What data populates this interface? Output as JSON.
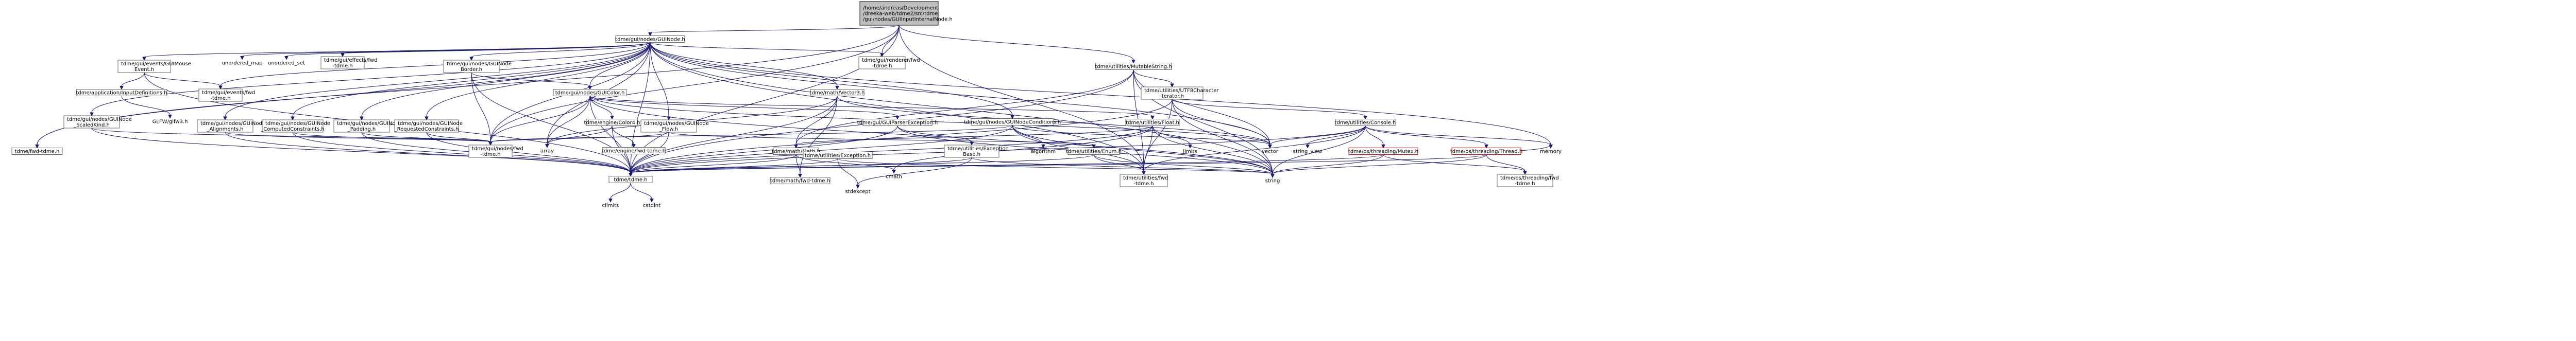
{
  "diagram": {
    "title": "",
    "nodes": [
      {
        "id": "root",
        "kind": "root",
        "lines": [
          "/home/andreas/Development",
          "/dreeka-web/tdme2/src/tdme",
          "/gui/nodes/GUIInputInternalNode.h"
        ]
      },
      {
        "id": "guinode",
        "kind": "doc",
        "lines": [
          "tdme/gui/nodes/GUINode.h"
        ]
      },
      {
        "id": "mutablestring",
        "kind": "doc",
        "lines": [
          "tdme/utilities/MutableString.h"
        ]
      },
      {
        "id": "rendererfwd",
        "kind": "doc",
        "lines": [
          "tdme/gui/renderer/fwd",
          "-tdme.h"
        ]
      },
      {
        "id": "events_mouse",
        "kind": "doc",
        "lines": [
          "tdme/gui/events/GUIMouse",
          "Event.h"
        ]
      },
      {
        "id": "unordered_map",
        "kind": "std",
        "lines": [
          "unordered_map"
        ]
      },
      {
        "id": "unordered_set",
        "kind": "std",
        "lines": [
          "unordered_set"
        ]
      },
      {
        "id": "effectsfwd",
        "kind": "doc",
        "lines": [
          "tdme/gui/effects/fwd",
          "-tdme.h"
        ]
      },
      {
        "id": "nodeborder",
        "kind": "doc",
        "lines": [
          "tdme/gui/nodes/GUINode",
          "Border.h"
        ]
      },
      {
        "id": "utf8iter",
        "kind": "doc",
        "lines": [
          "tdme/utilities/UTF8Character",
          "Iterator.h"
        ]
      },
      {
        "id": "scaledkind",
        "kind": "doc",
        "lines": [
          "tdme/gui/nodes/GUINode",
          "_ScaledKind.h"
        ]
      },
      {
        "id": "appinputdefs",
        "kind": "doc",
        "lines": [
          "tdme/application/InputDefinitions.h"
        ]
      },
      {
        "id": "eventsfwd",
        "kind": "doc",
        "lines": [
          "tdme/gui/events/fwd",
          "-tdme.h"
        ]
      },
      {
        "id": "guicolor",
        "kind": "doc",
        "lines": [
          "tdme/gui/nodes/GUIColor.h"
        ]
      },
      {
        "id": "vector3",
        "kind": "doc",
        "lines": [
          "tdme/math/Vector3.h"
        ]
      },
      {
        "id": "nodeconditions",
        "kind": "doc",
        "lines": [
          "tdme/gui/nodes/GUINodeConditions.h"
        ]
      },
      {
        "id": "glfw3",
        "kind": "std",
        "lines": [
          "GLFW/glfw3.h"
        ]
      },
      {
        "id": "alignments",
        "kind": "doc",
        "lines": [
          "tdme/gui/nodes/GUINode",
          "_Alignments.h"
        ]
      },
      {
        "id": "computedconstraints",
        "kind": "doc",
        "lines": [
          "tdme/gui/nodes/GUINode",
          "_ComputedConstraints.h"
        ]
      },
      {
        "id": "padding",
        "kind": "doc",
        "lines": [
          "tdme/gui/nodes/GUINode",
          "_Padding.h"
        ]
      },
      {
        "id": "requestedconstraints",
        "kind": "doc",
        "lines": [
          "tdme/gui/nodes/GUINode",
          "_RequestedConstraints.h"
        ]
      },
      {
        "id": "color4",
        "kind": "doc",
        "lines": [
          "tdme/engine/Color4.h"
        ]
      },
      {
        "id": "flow",
        "kind": "doc",
        "lines": [
          "tdme/gui/nodes/GUINode",
          "_Flow.h"
        ]
      },
      {
        "id": "parserexception",
        "kind": "doc",
        "lines": [
          "tdme/gui/GUIParserException.h"
        ]
      },
      {
        "id": "float",
        "kind": "doc",
        "lines": [
          "tdme/utilities/Float.h"
        ]
      },
      {
        "id": "console",
        "kind": "doc",
        "lines": [
          "tdme/utilities/Console.h"
        ]
      },
      {
        "id": "tdmefwd",
        "kind": "doc",
        "lines": [
          "tdme/fwd-tdme.h"
        ]
      },
      {
        "id": "nodesfwd",
        "kind": "doc",
        "lines": [
          "tdme/gui/nodes/fwd",
          "-tdme.h"
        ]
      },
      {
        "id": "array",
        "kind": "std",
        "lines": [
          "array"
        ]
      },
      {
        "id": "enginefwd",
        "kind": "doc",
        "lines": [
          "tdme/engine/fwd-tdme.h"
        ]
      },
      {
        "id": "math",
        "kind": "doc",
        "lines": [
          "tdme/math/Math.h"
        ]
      },
      {
        "id": "exceptionbase",
        "kind": "doc",
        "lines": [
          "tdme/utilities/Exception",
          "Base.h"
        ]
      },
      {
        "id": "exception",
        "kind": "doc",
        "lines": [
          "tdme/utilities/Exception.h"
        ]
      },
      {
        "id": "algorithm",
        "kind": "std",
        "lines": [
          "algorithm"
        ]
      },
      {
        "id": "enum",
        "kind": "doc",
        "lines": [
          "tdme/utilities/Enum.h"
        ]
      },
      {
        "id": "limits",
        "kind": "std",
        "lines": [
          "limits"
        ]
      },
      {
        "id": "vector",
        "kind": "std",
        "lines": [
          "vector"
        ]
      },
      {
        "id": "string_view",
        "kind": "std",
        "lines": [
          "string_view"
        ]
      },
      {
        "id": "mutex",
        "kind": "undoc",
        "lines": [
          "tdme/os/threading/Mutex.h"
        ]
      },
      {
        "id": "thread",
        "kind": "undoc",
        "lines": [
          "tdme/os/threading/Thread.h"
        ]
      },
      {
        "id": "memory",
        "kind": "std",
        "lines": [
          "memory"
        ]
      },
      {
        "id": "tdmeh",
        "kind": "doc",
        "lines": [
          "tdme/tdme.h"
        ]
      },
      {
        "id": "mathfwd",
        "kind": "doc",
        "lines": [
          "tdme/math/fwd-tdme.h"
        ]
      },
      {
        "id": "cmath",
        "kind": "std",
        "lines": [
          "cmath"
        ]
      },
      {
        "id": "stdexcept",
        "kind": "std",
        "lines": [
          "stdexcept"
        ]
      },
      {
        "id": "utilitiesfwd",
        "kind": "doc",
        "lines": [
          "tdme/utilities/fwd",
          "-tdme.h"
        ]
      },
      {
        "id": "string",
        "kind": "std",
        "lines": [
          "string"
        ]
      },
      {
        "id": "threadingfwd",
        "kind": "doc",
        "lines": [
          "tdme/os/threading/fwd",
          "-tdme.h"
        ]
      },
      {
        "id": "climits",
        "kind": "std",
        "lines": [
          "climits"
        ]
      },
      {
        "id": "cstdint",
        "kind": "std",
        "lines": [
          "cstdint"
        ]
      }
    ],
    "edges": [
      [
        "root",
        "guinode"
      ],
      [
        "root",
        "mutablestring"
      ],
      [
        "root",
        "rendererfwd"
      ],
      [
        "root",
        "tdmefwd"
      ],
      [
        "root",
        "nodesfwd"
      ],
      [
        "root",
        "utilitiesfwd"
      ],
      [
        "root",
        "tdmeh"
      ],
      [
        "guinode",
        "events_mouse"
      ],
      [
        "guinode",
        "unordered_map"
      ],
      [
        "guinode",
        "unordered_set"
      ],
      [
        "guinode",
        "effectsfwd"
      ],
      [
        "guinode",
        "eventsfwd"
      ],
      [
        "guinode",
        "nodeborder"
      ],
      [
        "guinode",
        "scaledkind"
      ],
      [
        "guinode",
        "guicolor"
      ],
      [
        "guinode",
        "vector3"
      ],
      [
        "guinode",
        "nodeconditions"
      ],
      [
        "guinode",
        "alignments"
      ],
      [
        "guinode",
        "computedconstraints"
      ],
      [
        "guinode",
        "padding"
      ],
      [
        "guinode",
        "requestedconstraints"
      ],
      [
        "guinode",
        "flow"
      ],
      [
        "guinode",
        "rendererfwd"
      ],
      [
        "guinode",
        "tdmefwd"
      ],
      [
        "guinode",
        "nodesfwd"
      ],
      [
        "guinode",
        "array"
      ],
      [
        "guinode",
        "vector"
      ],
      [
        "guinode",
        "string"
      ],
      [
        "guinode",
        "memory"
      ],
      [
        "guinode",
        "utilitiesfwd"
      ],
      [
        "guinode",
        "tdmeh"
      ],
      [
        "events_mouse",
        "appinputdefs"
      ],
      [
        "events_mouse",
        "eventsfwd"
      ],
      [
        "events_mouse",
        "tdmeh"
      ],
      [
        "appinputdefs",
        "glfw3"
      ],
      [
        "nodeborder",
        "guicolor"
      ],
      [
        "nodeborder",
        "nodesfwd"
      ],
      [
        "nodeborder",
        "tdmeh"
      ],
      [
        "guicolor",
        "color4"
      ],
      [
        "guicolor",
        "parserexception"
      ],
      [
        "guicolor",
        "float"
      ],
      [
        "guicolor",
        "nodesfwd"
      ],
      [
        "guicolor",
        "array"
      ],
      [
        "guicolor",
        "vector"
      ],
      [
        "guicolor",
        "string"
      ],
      [
        "guicolor",
        "tdmeh"
      ],
      [
        "vector3",
        "math"
      ],
      [
        "vector3",
        "mathfwd"
      ],
      [
        "vector3",
        "array"
      ],
      [
        "vector3",
        "vector"
      ],
      [
        "vector3",
        "tdmeh"
      ],
      [
        "nodeconditions",
        "algorithm"
      ],
      [
        "nodeconditions",
        "nodesfwd"
      ],
      [
        "nodeconditions",
        "vector"
      ],
      [
        "nodeconditions",
        "string"
      ],
      [
        "nodeconditions",
        "utilitiesfwd"
      ],
      [
        "nodeconditions",
        "tdmeh"
      ],
      [
        "scaledkind",
        "nodesfwd"
      ],
      [
        "scaledkind",
        "tdmeh"
      ],
      [
        "alignments",
        "nodesfwd"
      ],
      [
        "alignments",
        "tdmeh"
      ],
      [
        "computedconstraints",
        "nodesfwd"
      ],
      [
        "computedconstraints",
        "tdmeh"
      ],
      [
        "padding",
        "nodesfwd"
      ],
      [
        "padding",
        "tdmeh"
      ],
      [
        "requestedconstraints",
        "nodesfwd"
      ],
      [
        "requestedconstraints",
        "tdmeh"
      ],
      [
        "flow",
        "enum"
      ],
      [
        "flow",
        "nodesfwd"
      ],
      [
        "flow",
        "tdmeh"
      ],
      [
        "color4",
        "enginefwd"
      ],
      [
        "color4",
        "array"
      ],
      [
        "color4",
        "tdmeh"
      ],
      [
        "parserexception",
        "exceptionbase"
      ],
      [
        "parserexception",
        "string"
      ],
      [
        "parserexception",
        "tdmeh"
      ],
      [
        "float",
        "math"
      ],
      [
        "float",
        "limits"
      ],
      [
        "float",
        "string"
      ],
      [
        "float",
        "cmath"
      ],
      [
        "float",
        "utilitiesfwd"
      ],
      [
        "float",
        "tdmeh"
      ],
      [
        "mutablestring",
        "utf8iter"
      ],
      [
        "mutablestring",
        "math"
      ],
      [
        "mutablestring",
        "vector"
      ],
      [
        "mutablestring",
        "string"
      ],
      [
        "mutablestring",
        "utilitiesfwd"
      ],
      [
        "mutablestring",
        "tdmeh"
      ],
      [
        "utf8iter",
        "console"
      ],
      [
        "utf8iter",
        "vector"
      ],
      [
        "utf8iter",
        "string"
      ],
      [
        "utf8iter",
        "utilitiesfwd"
      ],
      [
        "utf8iter",
        "tdmeh"
      ],
      [
        "console",
        "mutex"
      ],
      [
        "console",
        "thread"
      ],
      [
        "console",
        "vector"
      ],
      [
        "console",
        "string_view"
      ],
      [
        "console",
        "string"
      ],
      [
        "console",
        "memory"
      ],
      [
        "console",
        "utilitiesfwd"
      ],
      [
        "console",
        "tdmeh"
      ],
      [
        "mutex",
        "threadingfwd"
      ],
      [
        "mutex",
        "string"
      ],
      [
        "mutex",
        "tdmeh"
      ],
      [
        "thread",
        "threadingfwd"
      ],
      [
        "thread",
        "string"
      ],
      [
        "thread",
        "memory"
      ],
      [
        "thread",
        "tdmeh"
      ],
      [
        "math",
        "mathfwd"
      ],
      [
        "math",
        "cmath"
      ],
      [
        "math",
        "tdmeh"
      ],
      [
        "exceptionbase",
        "stdexcept"
      ],
      [
        "exceptionbase",
        "string"
      ],
      [
        "exceptionbase",
        "tdmeh"
      ],
      [
        "exception",
        "stdexcept"
      ],
      [
        "exception",
        "string"
      ],
      [
        "exception",
        "tdmeh"
      ],
      [
        "enum",
        "string"
      ],
      [
        "enum",
        "utilitiesfwd"
      ],
      [
        "enum",
        "tdmeh"
      ],
      [
        "tdmeh",
        "climits"
      ],
      [
        "tdmeh",
        "cstdint"
      ]
    ]
  }
}
